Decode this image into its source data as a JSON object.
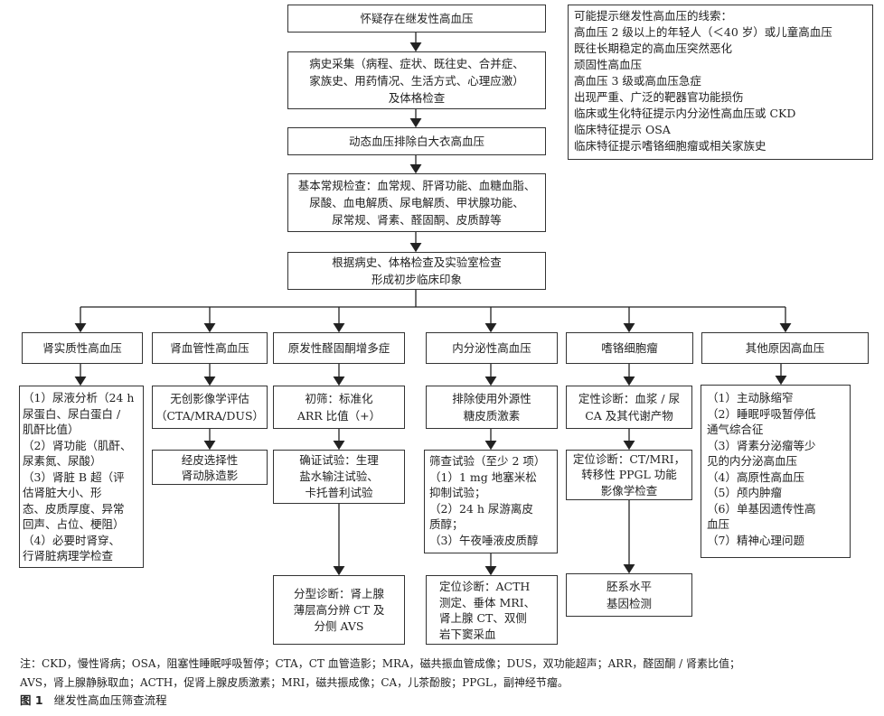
{
  "main_flow": {
    "step1": "怀疑存在继发性高血压",
    "step2": [
      "病史采集（病程、症状、既往史、合并症、",
      "家族史、用药情况、生活方式、心理应激）",
      "及体格检查"
    ],
    "step3": "动态血压排除白大衣高血压",
    "step4": [
      "基本常规检查：血常规、肝肾功能、血糖血脂、",
      "尿酸、血电解质、尿电解质、甲状腺功能、",
      "尿常规、肾素、醛固酮、皮质醇等"
    ],
    "step5": [
      "根据病史、体格检查及实验室检查",
      "形成初步临床印象"
    ]
  },
  "clues": {
    "title": "可能提示继发性高血压的线索：",
    "items": [
      "高血压 2 级以上的年轻人（＜40 岁）或儿童高血压",
      "既往长期稳定的高血压突然恶化",
      "顽固性高血压",
      "高血压 3 级或高血压急症",
      "出现严重、广泛的靶器官功能损伤",
      "临床或生化特征提示内分泌性高血压或 CKD",
      "临床特征提示 OSA",
      "临床特征提示嗜铬细胞瘤或相关家族史"
    ]
  },
  "categories": [
    {
      "title": "肾实质性高血压",
      "steps": [
        [
          "（1）尿液分析（24 h",
          "尿蛋白、尿白蛋白 /",
          "肌酐比值）",
          "（2）肾功能（肌酐、",
          "尿素氮、尿酸）",
          "（3）肾脏 B 超（评",
          "估肾脏大小、形",
          "态、皮质厚度、异常",
          "回声、占位、梗阻）",
          "（4）必要时肾穿、",
          "行肾脏病理学检查"
        ]
      ]
    },
    {
      "title": "肾血管性高血压",
      "steps": [
        [
          "无创影像学评估",
          "（CTA/MRA/DUS）"
        ],
        [
          "经皮选择性",
          "肾动脉造影"
        ]
      ]
    },
    {
      "title": "原发性醛固酮增多症",
      "steps": [
        [
          "初筛：标准化",
          "ARR 比值（+）"
        ],
        [
          "确证试验：生理",
          "盐水输注试验、",
          "卡托普利试验"
        ],
        [
          "分型诊断：肾上腺",
          "薄层高分辨 CT 及",
          "分侧 AVS"
        ]
      ]
    },
    {
      "title": "内分泌性高血压",
      "steps": [
        [
          "排除使用外源性",
          "糖皮质激素"
        ],
        [
          "筛查试验（至少 2 项）",
          "（1）1 mg 地塞米松",
          "抑制试验；",
          "（2）24 h 尿游离皮",
          "质醇；",
          "（3）午夜唾液皮质醇"
        ],
        [
          "定位诊断：ACTH",
          "测定、垂体 MRI、",
          "肾上腺 CT、双侧",
          "岩下窦采血"
        ]
      ]
    },
    {
      "title": "嗜铬细胞瘤",
      "steps": [
        [
          "定性诊断：血浆 / 尿",
          "CA 及其代谢产物"
        ],
        [
          "定位诊断：CT/MRI，",
          "转移性 PPGL 功能",
          "影像学检查"
        ],
        [
          "胚系水平",
          "基因检测"
        ]
      ]
    },
    {
      "title": "其他原因高血压",
      "steps": [
        [
          "（1）主动脉缩窄",
          "（2）睡眠呼吸暂停低",
          "通气综合征",
          "（3）肾素分泌瘤等少",
          "见的内分泌高血压",
          "（4）高原性高血压",
          "（5）颅内肿瘤",
          "（6）单基因遗传性高",
          "血压",
          "（7）精神心理问题"
        ]
      ]
    }
  ],
  "footnote": [
    "注：CKD，慢性肾病；OSA，阻塞性睡眠呼吸暂停；CTA，CT 血管造影；MRA，磁共振血管成像；DUS，双功能超声；ARR，醛固酮 / 肾素比值；",
    "AVS，肾上腺静脉取血；ACTH，促肾上腺皮质激素；MRI，磁共振成像；CA，儿茶酚胺；PPGL，副神经节瘤。"
  ],
  "caption": {
    "label": "图 1",
    "text": "继发性高血压筛查流程"
  }
}
